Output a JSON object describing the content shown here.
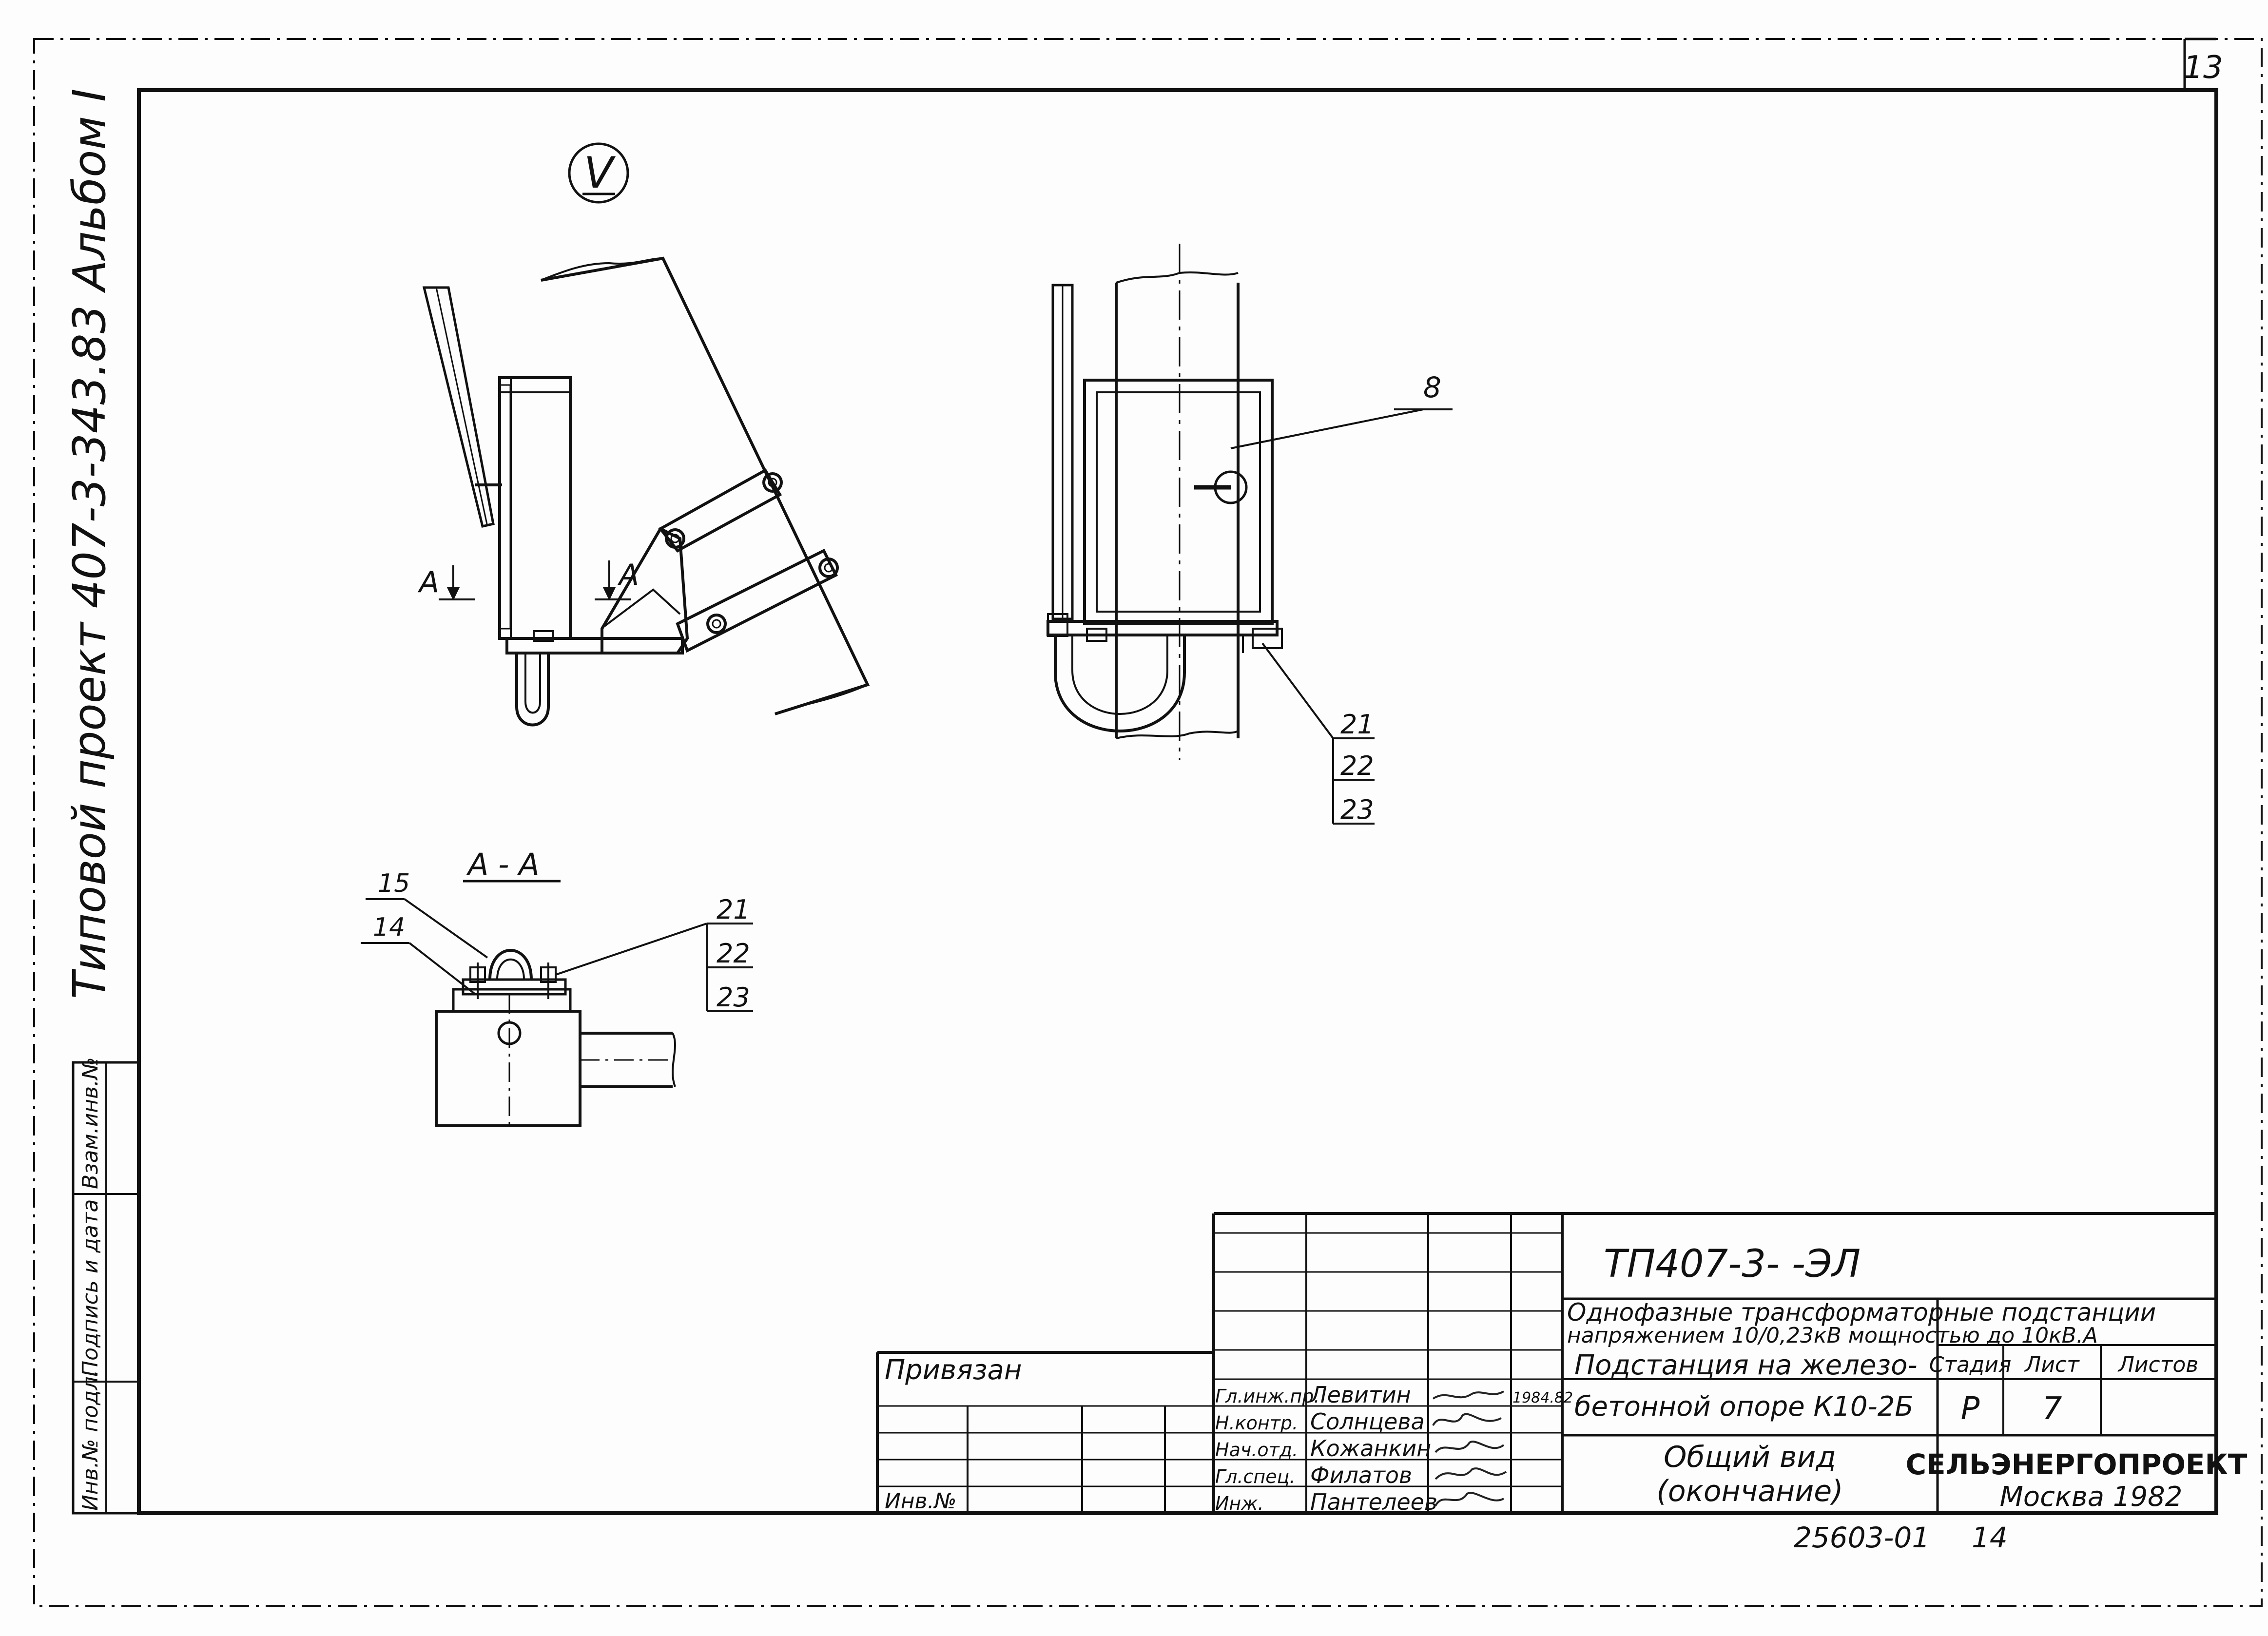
{
  "sheet_number": "13",
  "side_labels": {
    "project": "Типовой  проект 407-3-343.83  Альбом I"
  },
  "left_stamp_labels": [
    "Инв.№ подл.",
    "Подпись и дата",
    "Взам.инв.№"
  ],
  "view_marker": "V",
  "section": {
    "arrow_label_left": "A",
    "arrow_label_right": "A",
    "title": "А - А"
  },
  "callouts": {
    "door": "8",
    "front_stack": [
      "21",
      "22",
      "23"
    ],
    "section_left_top": "15",
    "section_left_bottom": "14",
    "section_stack": [
      "21",
      "22",
      "23"
    ]
  },
  "title_block": {
    "designation": "ТП407-3-           -ЭЛ",
    "title_line1": "Однофазные трансформаторные подстанции",
    "title_line2": "напряжением 10/0,23кВ мощностью до 10кВ.А",
    "object_line1": "Подстанция на железо-",
    "object_line2": "бетонной опоре К10-2Б",
    "sheet_title_line1": "Общий вид",
    "sheet_title_line2": "(окончание)",
    "stage_header": "Стадия",
    "sheet_header": "Лист",
    "sheets_header": "Листов",
    "stage_value": "Р",
    "sheet_value": "7",
    "sheets_value": "",
    "organization": "СЕЛЬЭНЕРГОПРОЕКТ",
    "city_year": "Москва 1982",
    "privyazan": "Привязан",
    "inv_no": "Инв.№",
    "date": "1984.82",
    "signatures": [
      {
        "role": "Гл.инж.пр.",
        "name": "Левитин"
      },
      {
        "role": "Н.контр.",
        "name": "Солнцева"
      },
      {
        "role": "Нач.отд.",
        "name": "Кожанкин"
      },
      {
        "role": "Гл.спец.",
        "name": "Филатов"
      },
      {
        "role": "Инж.",
        "name": "Пантелеев"
      }
    ]
  },
  "bottom_numbers": {
    "order": "25603-01",
    "page": "14"
  }
}
